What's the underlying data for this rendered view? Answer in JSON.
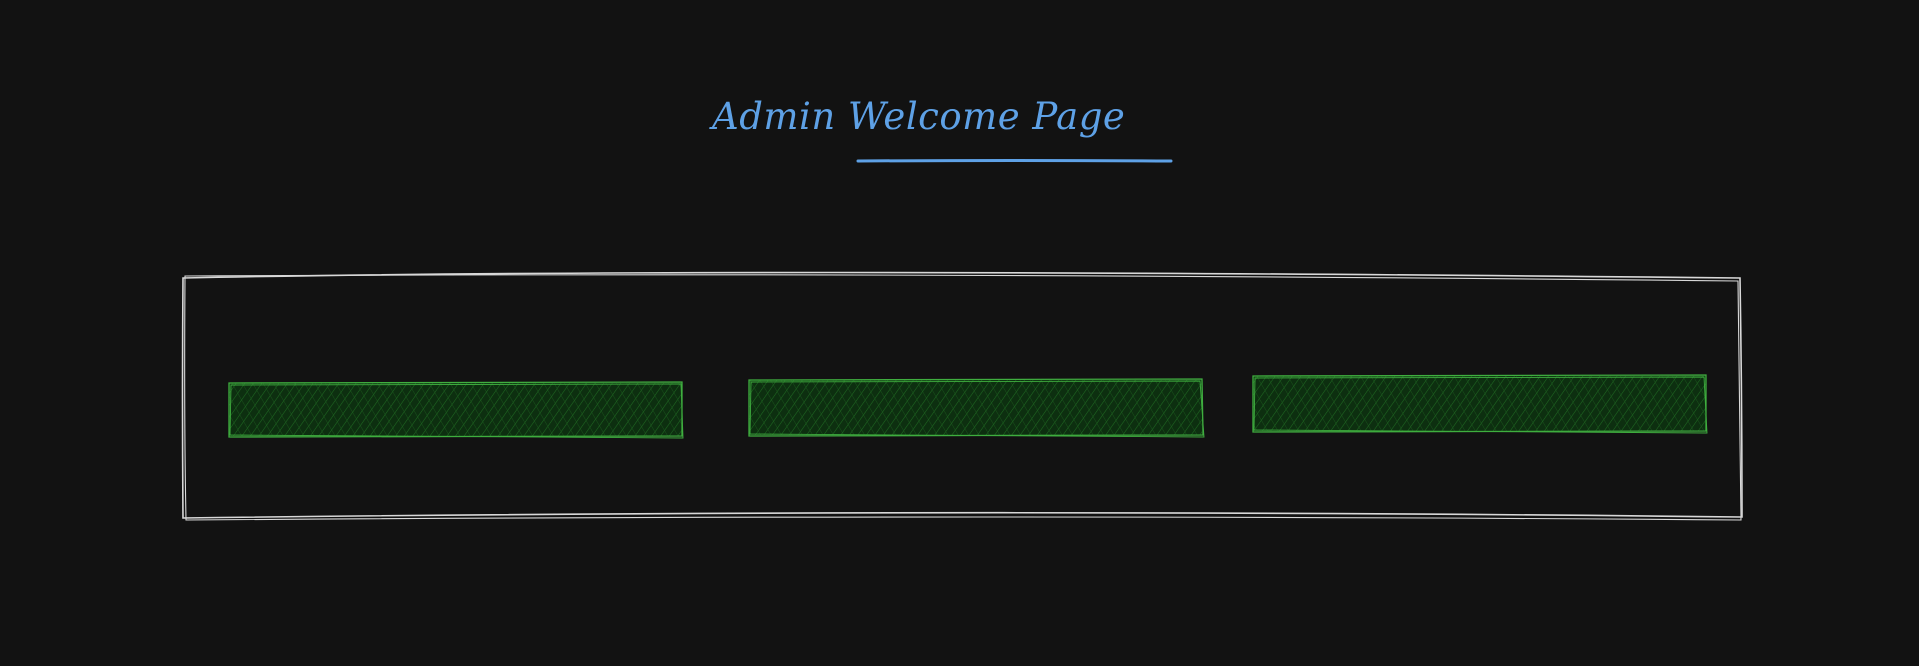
{
  "page": {
    "title": "Admin Welcome Page"
  },
  "colors": {
    "background": "#121212",
    "title": "#5ea1e6",
    "frame_stroke": "#d8d8d8",
    "block_stroke": "#3fae3f",
    "block_fill": "#0f3a12"
  },
  "blocks": [
    {
      "id": "block-1"
    },
    {
      "id": "block-2"
    },
    {
      "id": "block-3"
    }
  ]
}
